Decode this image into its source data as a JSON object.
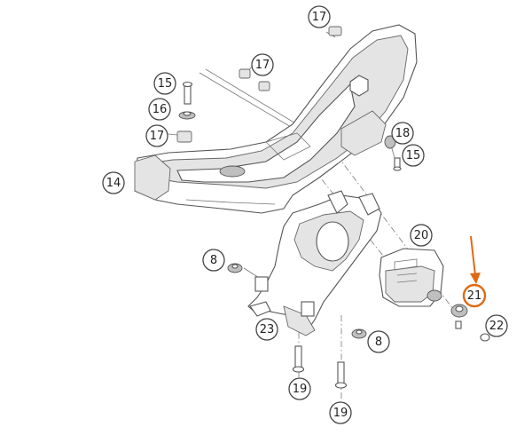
{
  "callouts": [
    {
      "label": "17",
      "name": "callout-17-top"
    },
    {
      "label": "17",
      "name": "callout-17-mid"
    },
    {
      "label": "15",
      "name": "callout-15-left"
    },
    {
      "label": "16",
      "name": "callout-16"
    },
    {
      "label": "17",
      "name": "callout-17-left"
    },
    {
      "label": "18",
      "name": "callout-18"
    },
    {
      "label": "15",
      "name": "callout-15-right"
    },
    {
      "label": "14",
      "name": "callout-14"
    },
    {
      "label": "20",
      "name": "callout-20"
    },
    {
      "label": "8",
      "name": "callout-8-left"
    },
    {
      "label": "21",
      "name": "callout-21",
      "highlight": true
    },
    {
      "label": "22",
      "name": "callout-22"
    },
    {
      "label": "23",
      "name": "callout-23"
    },
    {
      "label": "8",
      "name": "callout-8-bottom"
    },
    {
      "label": "19",
      "name": "callout-19-left"
    },
    {
      "label": "19",
      "name": "callout-19-bottom"
    }
  ],
  "highlight_color": "#e06a14"
}
